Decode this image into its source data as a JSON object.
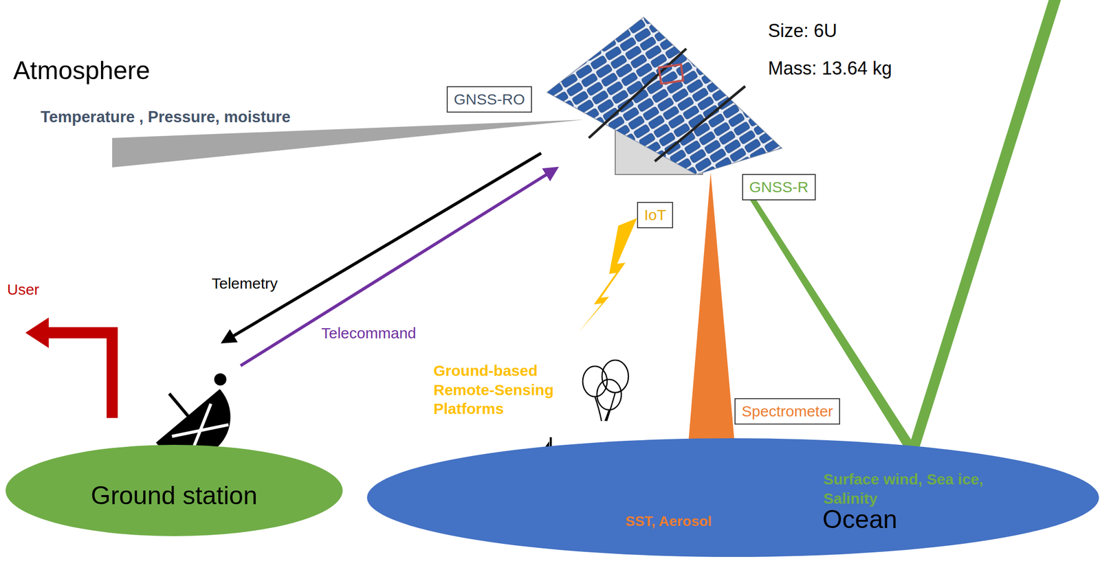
{
  "diagram": {
    "nodes": [
      {
        "text": [
          "GNSS-RO"
        ]
      },
      {
        "text": [
          "GNSS-R"
        ]
      },
      {
        "text": [
          "IoT"
        ]
      },
      {
        "text": [
          "Spectrometer"
        ]
      },
      {
        "text": [
          "Ground station"
        ]
      },
      {
        "text": [
          "Ocean"
        ]
      }
    ],
    "labels": [
      "Atmosphere",
      "Size: 6U",
      "Mass: 13.64 kg",
      "Temperature , Pressure, moisture",
      "Telemetry",
      "Telecommand",
      "User",
      "Ground-based Remote-Sensing Platforms",
      "SST, Aerosol",
      "Surface wind, Sea ice, Salinity"
    ]
  }
}
